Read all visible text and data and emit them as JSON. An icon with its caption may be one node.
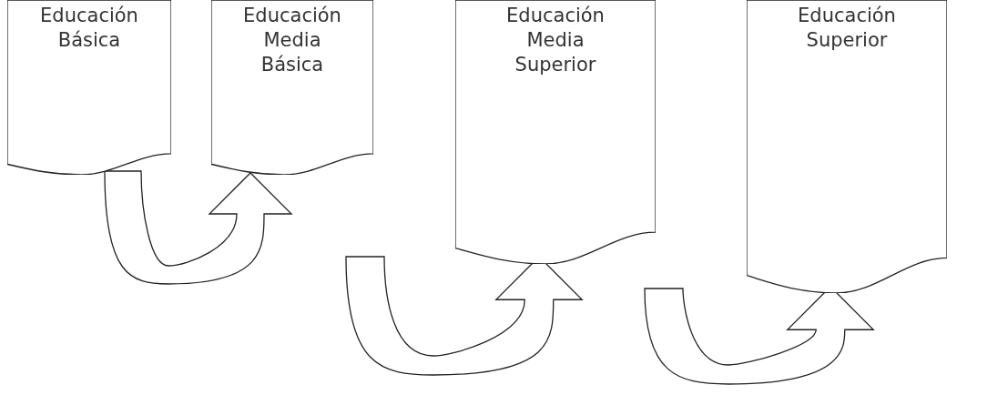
{
  "diagram": {
    "nodes": [
      {
        "text": [
          "Educación Básica"
        ]
      },
      {
        "text": [
          "Educación Media Básica"
        ]
      },
      {
        "text": [
          "Educación Media Superior"
        ]
      },
      {
        "text": [
          "Educación Superior"
        ]
      }
    ],
    "edges": [
      {
        "from": 0,
        "to": 1,
        "arrow": "to"
      },
      {
        "from": 1,
        "to": 2,
        "arrow": "to"
      },
      {
        "from": 2,
        "to": 3,
        "arrow": "to"
      }
    ]
  }
}
